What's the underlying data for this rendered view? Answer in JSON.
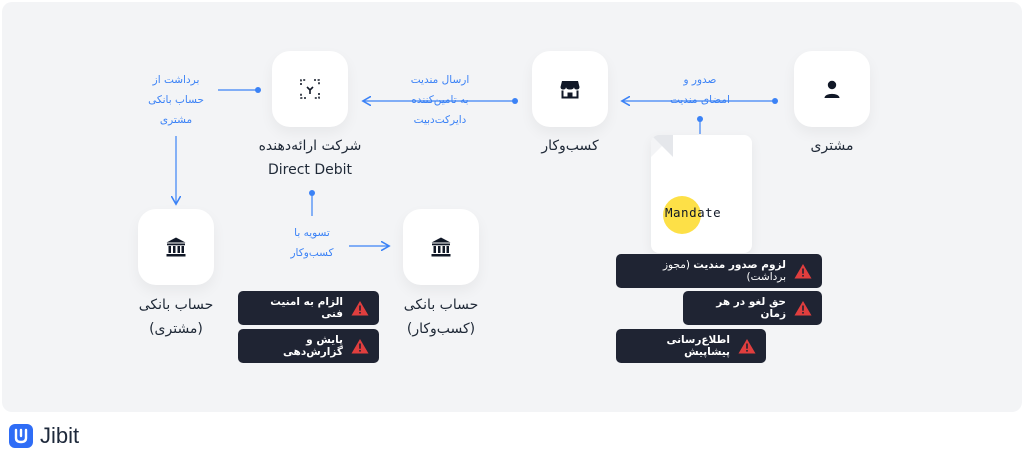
{
  "nodes": {
    "customer": {
      "label": "مشتری"
    },
    "business": {
      "label": "کسب‌وکار"
    },
    "provider": {
      "label_line1": "شرکت ارائه‌دهنده",
      "label_line2": "Direct Debit"
    },
    "bank_customer": {
      "label_line1": "حساب بانکی",
      "label_line2": "(مشتری)"
    },
    "bank_business": {
      "label_line1": "حساب بانکی",
      "label_line2": "(کسب‌وکار)"
    }
  },
  "notes": {
    "issue_sign": {
      "line1": "صدور و",
      "line2": "امضای مندیت"
    },
    "send_mandate": {
      "line1": "ارسال مندیت",
      "line2": "به تامین‌کننده",
      "line3": "دایرکت‌دبیت"
    },
    "withdraw": {
      "line1": "برداشت از",
      "line2": "حساب بانکی",
      "line3": "مشتری"
    },
    "settle": {
      "line1": "تسویه با",
      "line2": "کسب‌وکار"
    }
  },
  "document": {
    "word": "Mandate"
  },
  "badges_right": [
    {
      "bold": "لزوم صدور مندیت",
      "light": "(مجوز برداشت)"
    },
    {
      "bold": "حق لغو در هر زمان",
      "light": ""
    },
    {
      "bold": "اطلاع‌رسانی پیشاپیش",
      "light": ""
    }
  ],
  "badges_left": [
    {
      "bold": "الزام به امنیت فنی"
    },
    {
      "bold": "پایش و گزارش‌دهی"
    }
  ],
  "colors": {
    "arrow": "#3b82f6",
    "badge_bg": "#1f2433",
    "warn": "#e03e3e",
    "panel": "#f3f4f6"
  },
  "brand": {
    "name": "Jibit"
  }
}
